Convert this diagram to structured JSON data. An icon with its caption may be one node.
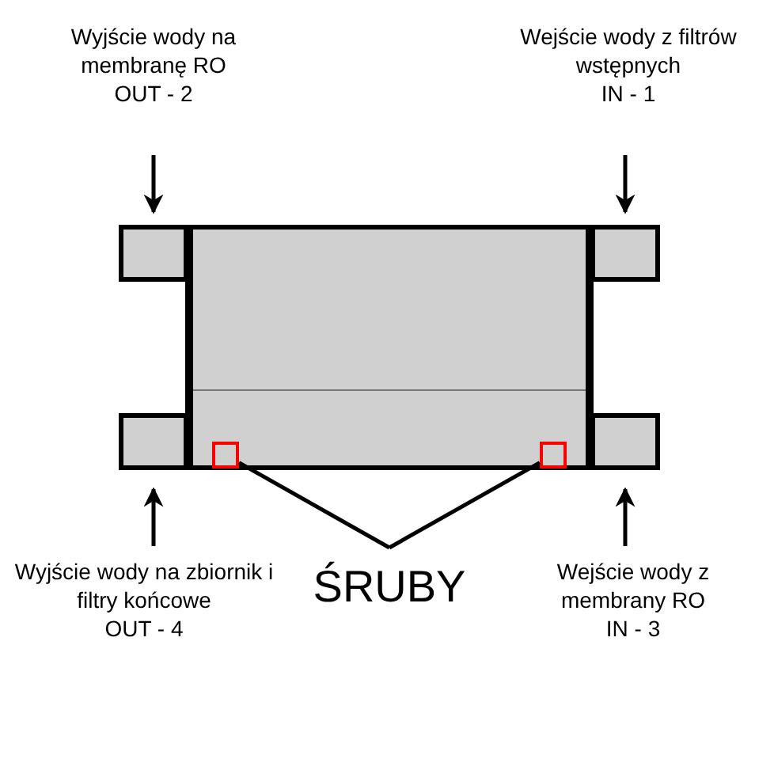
{
  "diagram": {
    "nodes": [
      {
        "text": [
          "Wyjście wody na membranę RO",
          "OUT - 2"
        ]
      },
      {
        "text": [
          "Wejście wody z filtrów wstępnych",
          "IN - 1"
        ]
      },
      {
        "text": [
          "Wyjście wody na zbiornik i filtry końcowe",
          "OUT - 4"
        ]
      },
      {
        "text": [
          "Wejście wody z membrany RO",
          "IN - 3"
        ]
      },
      {
        "text": [
          "ŚRUBY"
        ]
      },
      {
        "text": [],
        "shape": "box"
      },
      {
        "text": [],
        "shape": "box"
      },
      {
        "text": [],
        "shape": "box"
      },
      {
        "text": [],
        "shape": "box"
      },
      {
        "text": [],
        "shape": "box"
      },
      {
        "text": [],
        "shape": "box",
        "in": 5
      },
      {
        "text": [],
        "shape": "box",
        "in": 5
      }
    ],
    "edges": [
      {
        "from": 0,
        "to": 6,
        "arrow": "to"
      },
      {
        "from": 1,
        "to": 7,
        "arrow": "to"
      },
      {
        "from": 2,
        "to": 8,
        "arrow": "to"
      },
      {
        "from": 3,
        "to": 9,
        "arrow": "to"
      },
      {
        "from": 4,
        "to": 10,
        "arrow": "none"
      },
      {
        "from": 4,
        "to": 11,
        "arrow": "none"
      }
    ]
  }
}
